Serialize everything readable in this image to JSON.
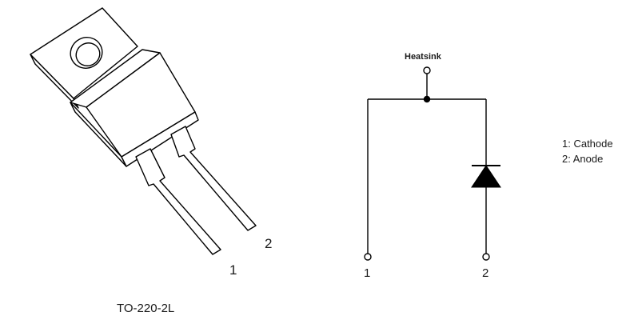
{
  "package": {
    "name": "TO-220-2L",
    "pin_labels": [
      "1",
      "2"
    ]
  },
  "schematic": {
    "heatsink_label": "Heatsink",
    "pin_labels": [
      "1",
      "2"
    ]
  },
  "legend": {
    "items": [
      "1: Cathode",
      "2: Anode"
    ]
  },
  "colors": {
    "line": "#000000",
    "text": "#1a1a1a",
    "background": "#ffffff"
  }
}
